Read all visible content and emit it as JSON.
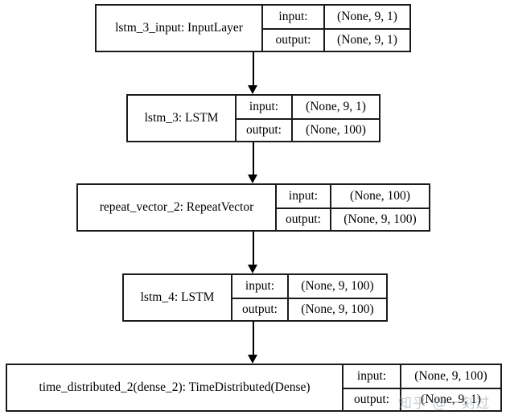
{
  "diagram": {
    "type": "keras-model-graph",
    "title": "Keras sequential model plot",
    "io_keys": {
      "input": "input:",
      "output": "output:"
    },
    "watermark": "知乎 @一刻过",
    "nodes": [
      {
        "id": "lstm_3_input",
        "label": "lstm_3_input: InputLayer",
        "input_shape": "(None, 9, 1)",
        "output_shape": "(None, 9, 1)"
      },
      {
        "id": "lstm_3",
        "label": "lstm_3: LSTM",
        "input_shape": "(None, 9, 1)",
        "output_shape": "(None, 100)"
      },
      {
        "id": "repeat_vector_2",
        "label": "repeat_vector_2: RepeatVector",
        "input_shape": "(None, 100)",
        "output_shape": "(None, 9, 100)"
      },
      {
        "id": "lstm_4",
        "label": "lstm_4: LSTM",
        "input_shape": "(None, 9, 100)",
        "output_shape": "(None, 9, 100)"
      },
      {
        "id": "time_distributed_2",
        "label": "time_distributed_2(dense_2): TimeDistributed(Dense)",
        "input_shape": "(None, 9, 100)",
        "output_shape": "(None, 9, 1)"
      }
    ],
    "edges": [
      {
        "from": "lstm_3_input",
        "to": "lstm_3"
      },
      {
        "from": "lstm_3",
        "to": "repeat_vector_2"
      },
      {
        "from": "repeat_vector_2",
        "to": "lstm_4"
      },
      {
        "from": "lstm_4",
        "to": "time_distributed_2"
      }
    ]
  }
}
